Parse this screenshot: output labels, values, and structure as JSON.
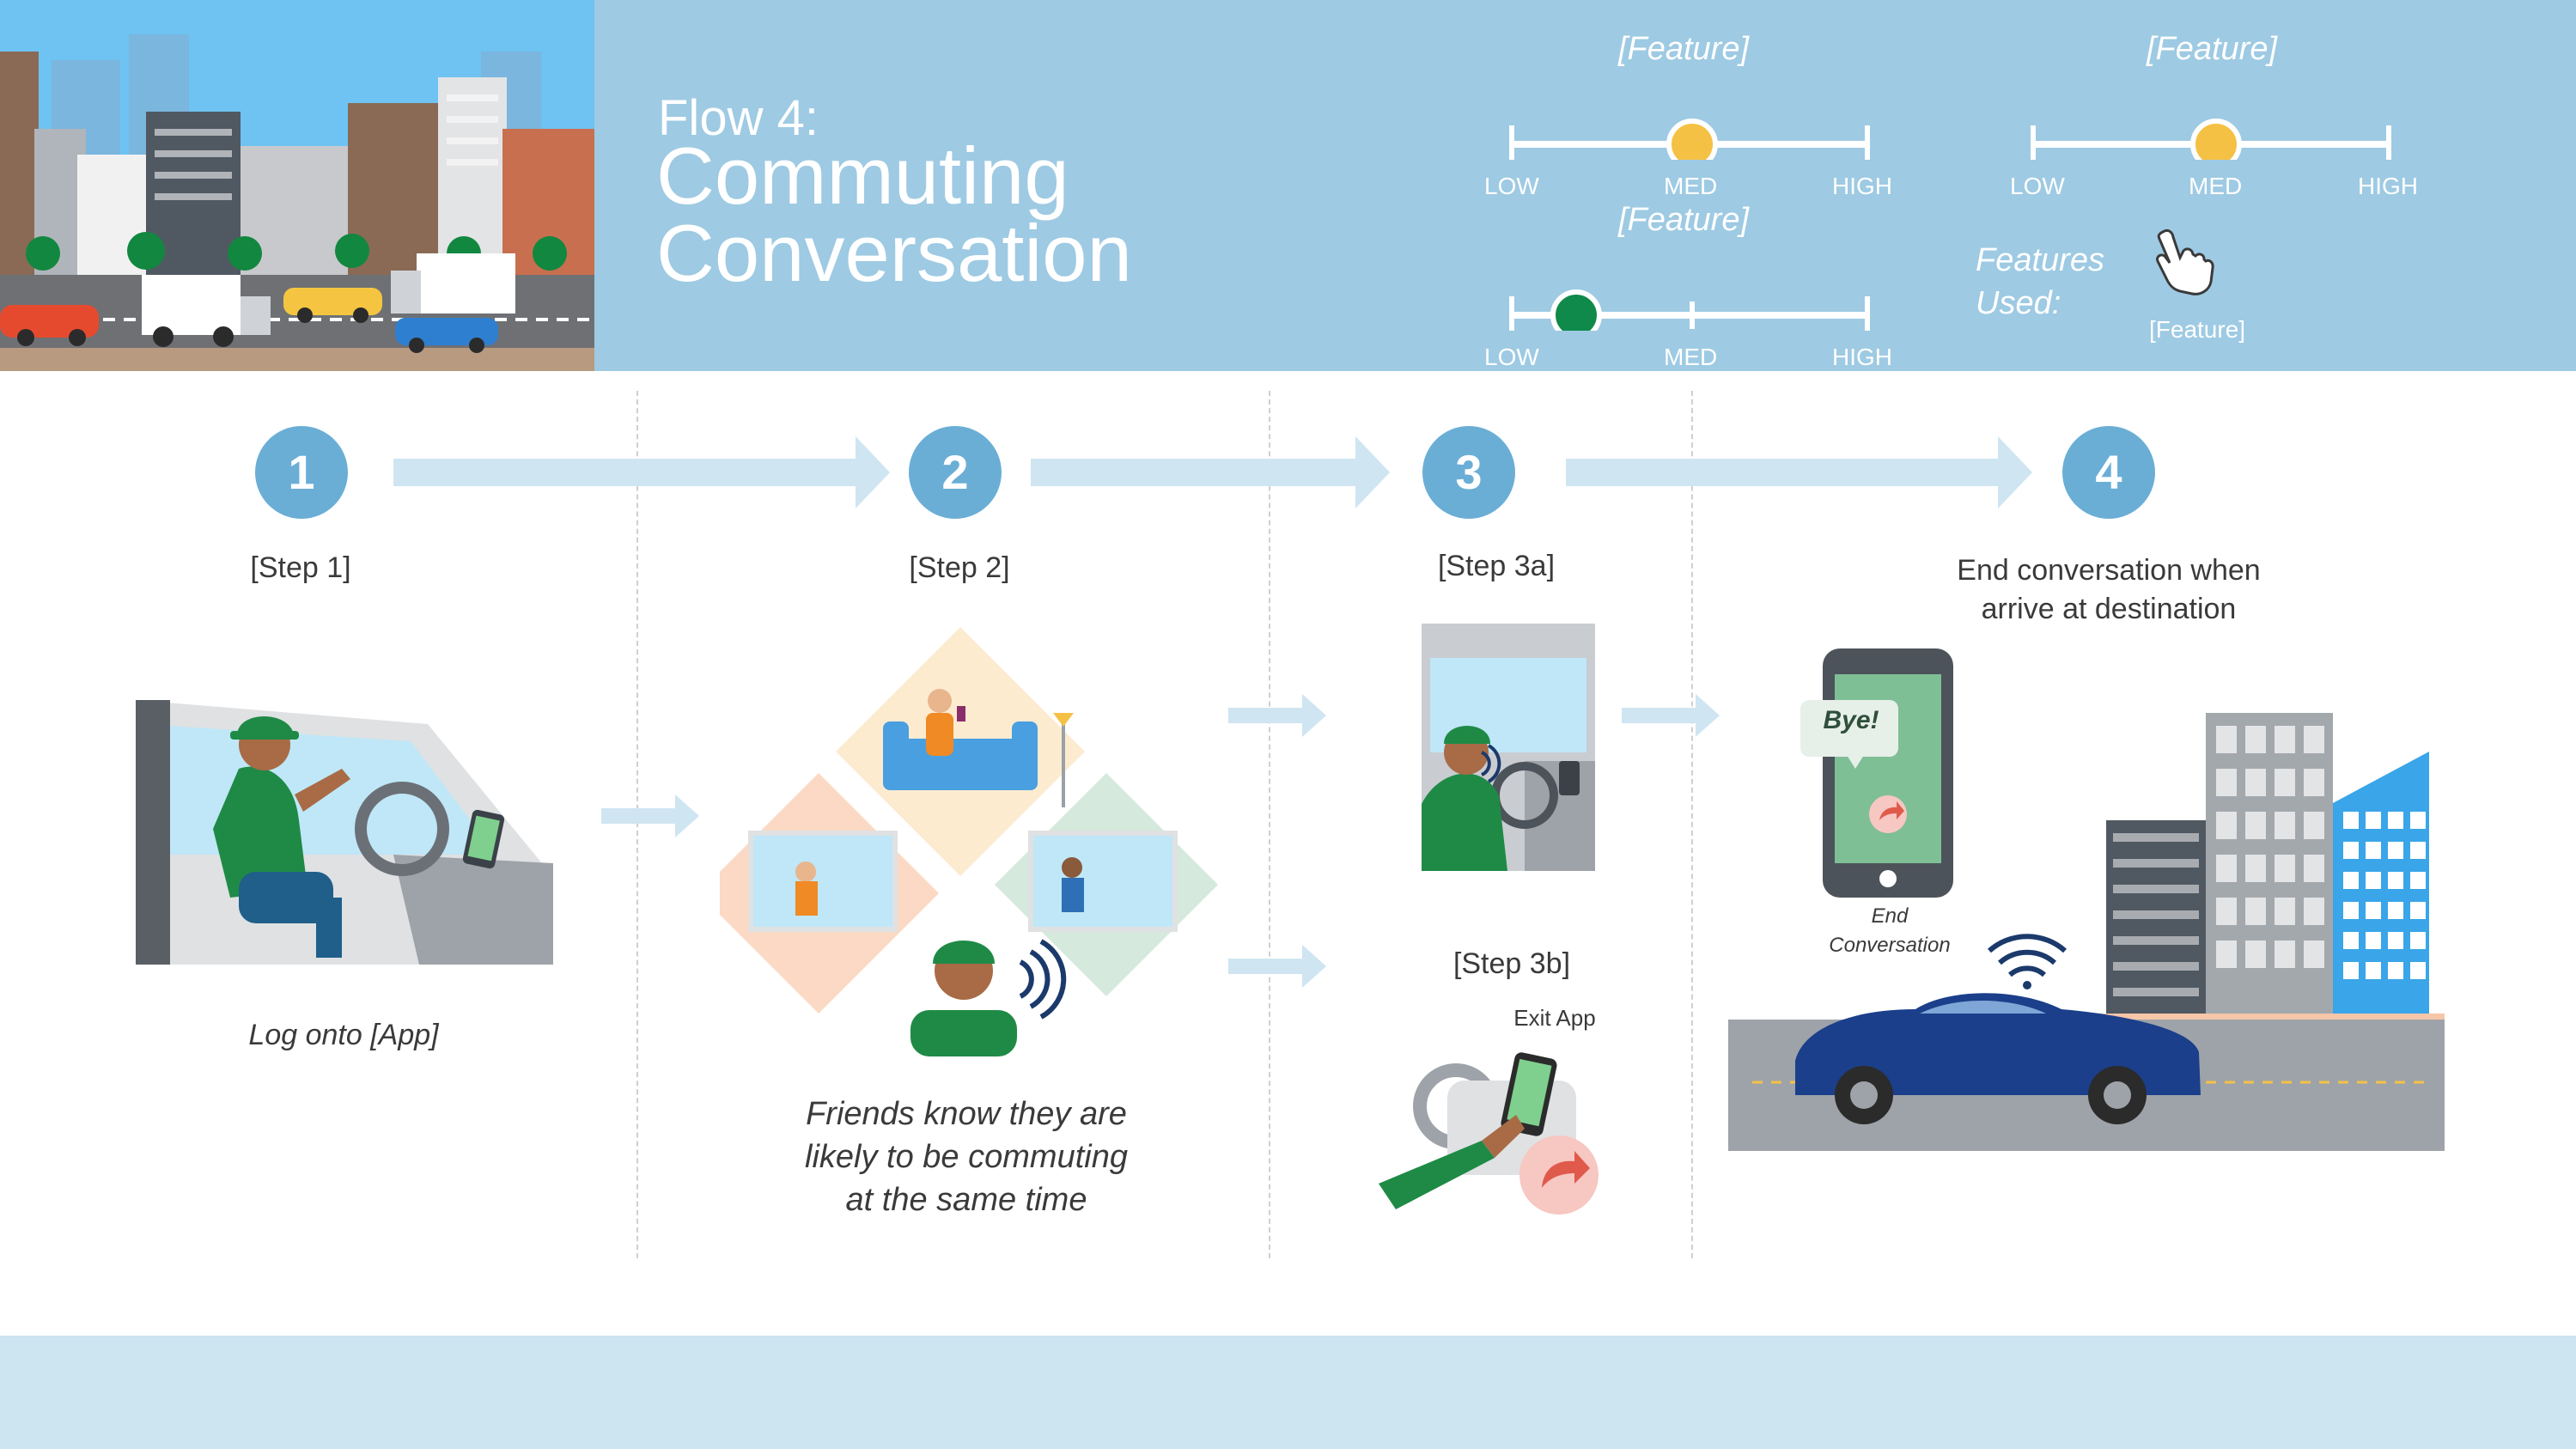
{
  "header": {
    "flow_number": "Flow 4:",
    "flow_title": "Commuting Conversation",
    "sliders": [
      {
        "feature": "[Feature]",
        "low": "LOW",
        "med": "MED",
        "high": "HIGH",
        "level": "MED",
        "color": "#f5c145"
      },
      {
        "feature": "[Feature]",
        "low": "LOW",
        "med": "MED",
        "high": "HIGH",
        "level": "MED",
        "color": "#f5c145"
      },
      {
        "feature": "[Feature]",
        "low": "LOW",
        "med": "MED",
        "high": "HIGH",
        "level": "LOW",
        "color": "#0f8a4a"
      }
    ],
    "features_used_label_1": "Features",
    "features_used_label_2": "Used:",
    "features_used_value": "[Feature]"
  },
  "steps": [
    {
      "number": "1",
      "label": "[Step 1]",
      "caption": "Log onto [App]"
    },
    {
      "number": "2",
      "label": "[Step 2]",
      "caption_lines": [
        "Friends know they are",
        "likely to be commuting",
        "at the same time"
      ]
    },
    {
      "number": "3",
      "label_a": "[Step 3a]",
      "label_b": "[Step 3b]",
      "exit_label": "Exit App"
    },
    {
      "number": "4",
      "label_lines": [
        "End conversation when",
        "arrive at destination"
      ],
      "phone_bubble": "Bye!",
      "phone_caption_lines": [
        "End",
        "Conversation"
      ]
    }
  ],
  "colors": {
    "header_bg": "#9ecae3",
    "step_circle": "#6aaed6",
    "arrow": "#cfe5f1",
    "footer_bg": "#cde4f1",
    "accent_green": "#12873f"
  }
}
